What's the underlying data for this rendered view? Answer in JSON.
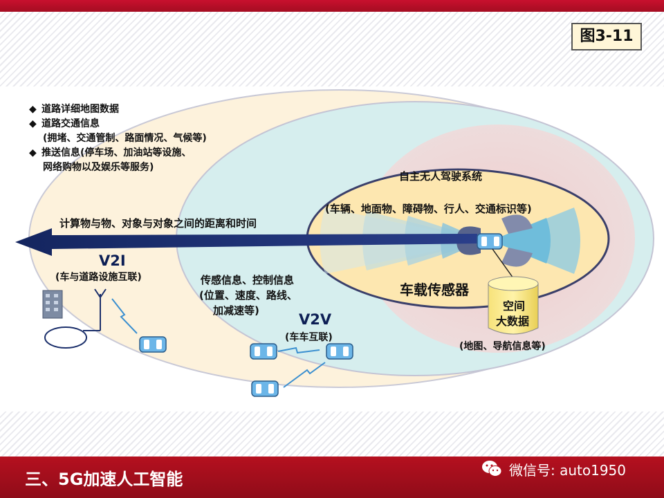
{
  "figure_label": "图3-11",
  "bullets": {
    "b1": "道路详细地图数据",
    "b2": "道路交通信息",
    "b2_sub": "(拥堵、交通管制、路面情况、气候等)",
    "b3": "推送信息(停车场、加油站等设施、",
    "b3_sub": "网络购物以及娱乐等服务)"
  },
  "arrow_label": "计算物与物、对象与对象之间的距离和时间",
  "v2i": {
    "title": "V2I",
    "subtitle": "(车与道路设施互联)"
  },
  "sensing_info": {
    "line1": "传感信息、控制信息",
    "line2": "(位置、速度、路线、",
    "line3": "加减速等)"
  },
  "v2v": {
    "title": "V2V",
    "subtitle": "(车车互联)"
  },
  "autonomous": {
    "title": "自主无人驾驶系统",
    "subtitle": "(车辆、地面物、障碍物、行人、交通标识等)"
  },
  "vehicle_sensor": "车载传感器",
  "big_data": {
    "line1": "空间",
    "line2": "大数据",
    "caption": "(地图、导航信息等)"
  },
  "footer": {
    "section_title": "三、5G加速人工智能",
    "wechat_text": "微信号: auto1950"
  },
  "colors": {
    "brand_red": "#b5101f",
    "outer_ellipse": "#fdf2dc",
    "middle_ellipse": "#d6eeee",
    "inner_ellipse": "#fde7b0",
    "arrow": "#1c2f73"
  }
}
